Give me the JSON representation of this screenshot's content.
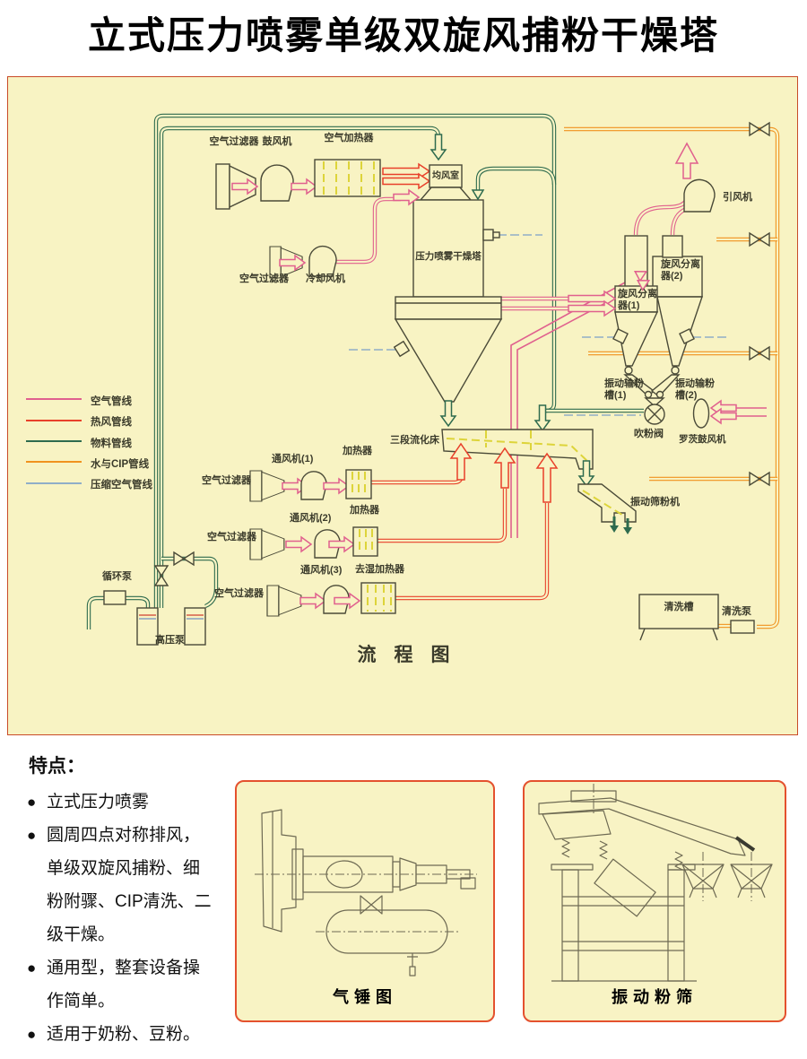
{
  "title": "立式压力喷雾单级双旋风捕粉干燥塔",
  "flow_diagram": {
    "caption": "流程图",
    "legend": [
      {
        "label": "空气管线",
        "color": "#e0608e"
      },
      {
        "label": "热风管线",
        "color": "#e8402a"
      },
      {
        "label": "物料管线",
        "color": "#2e6b4e"
      },
      {
        "label": "水与CIP管线",
        "color": "#f0921e"
      },
      {
        "label": "压缩空气管线",
        "color": "#90aec8"
      }
    ],
    "labels": {
      "air_filter_1": "空气过滤器",
      "blower": "鼓风机",
      "air_heater": "空气加热器",
      "air_chamber": "均风室",
      "drying_tower": "压力喷雾干燥塔",
      "air_filter_2": "空气过滤器",
      "cooling_fan": "冷却风机",
      "induced_draft_fan": "引风机",
      "cyclone_2": "旋风分离器(2)",
      "cyclone_1": "旋风分离器(1)",
      "vibrating_feeder_1": "振动输粉槽(1)",
      "vibrating_feeder_2": "振动输粉槽(2)",
      "powder_blow_valve": "吹粉阀",
      "roots_blower": "罗茨鼓风机",
      "fluid_bed": "三段流化床",
      "vibrating_sifter": "振动筛粉机",
      "vent_fan_1": "通风机(1)",
      "heater_1": "加热器",
      "air_filter_3": "空气过滤器",
      "vent_fan_2": "通风机(2)",
      "heater_2": "加热器",
      "air_filter_4": "空气过滤器",
      "vent_fan_3": "通风机(3)",
      "dehumid_heater": "去湿加热器",
      "air_filter_5": "空气过滤器",
      "circulating_pump": "循环泵",
      "high_pressure_pump": "高压泵",
      "cleaning_tank": "清洗槽",
      "cleaning_pump": "清洗泵"
    }
  },
  "features": {
    "heading": "特点：",
    "items": [
      "立式压力喷雾",
      "圆周四点对称排风，单级双旋风捕粉、细粉附骤、CIP清洗、二级干燥。",
      "通用型，整套设备操作简单。",
      "适用于奶粉、豆粉。"
    ]
  },
  "insets": {
    "left_caption": "气锤图",
    "right_caption": "振动粉筛"
  }
}
